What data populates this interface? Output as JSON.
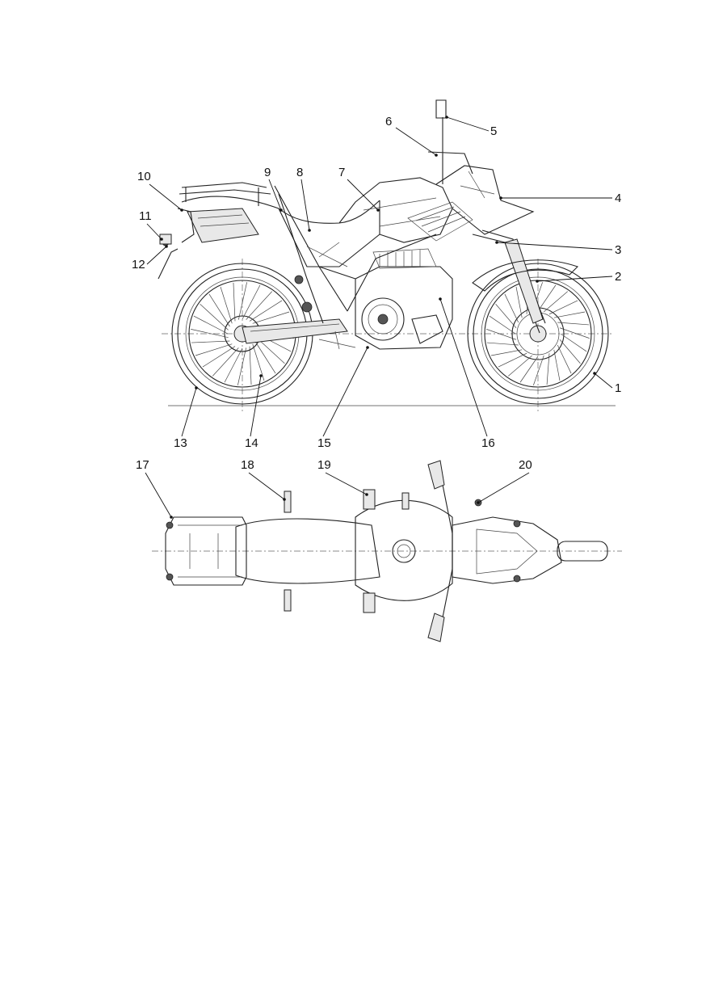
{
  "callouts": [
    {
      "id": 1,
      "label": "1"
    },
    {
      "id": 2,
      "label": "2"
    },
    {
      "id": 3,
      "label": "3"
    },
    {
      "id": 4,
      "label": "4"
    },
    {
      "id": 5,
      "label": "5"
    },
    {
      "id": 6,
      "label": "6"
    },
    {
      "id": 7,
      "label": "7"
    },
    {
      "id": 8,
      "label": "8"
    },
    {
      "id": 9,
      "label": "9"
    },
    {
      "id": 10,
      "label": "10"
    },
    {
      "id": 11,
      "label": "11"
    },
    {
      "id": 12,
      "label": "12"
    },
    {
      "id": 13,
      "label": "13"
    },
    {
      "id": 14,
      "label": "14"
    },
    {
      "id": 15,
      "label": "15"
    },
    {
      "id": 16,
      "label": "16"
    },
    {
      "id": 17,
      "label": "17"
    },
    {
      "id": 18,
      "label": "18"
    },
    {
      "id": 19,
      "label": "19"
    },
    {
      "id": 20,
      "label": "20"
    }
  ]
}
